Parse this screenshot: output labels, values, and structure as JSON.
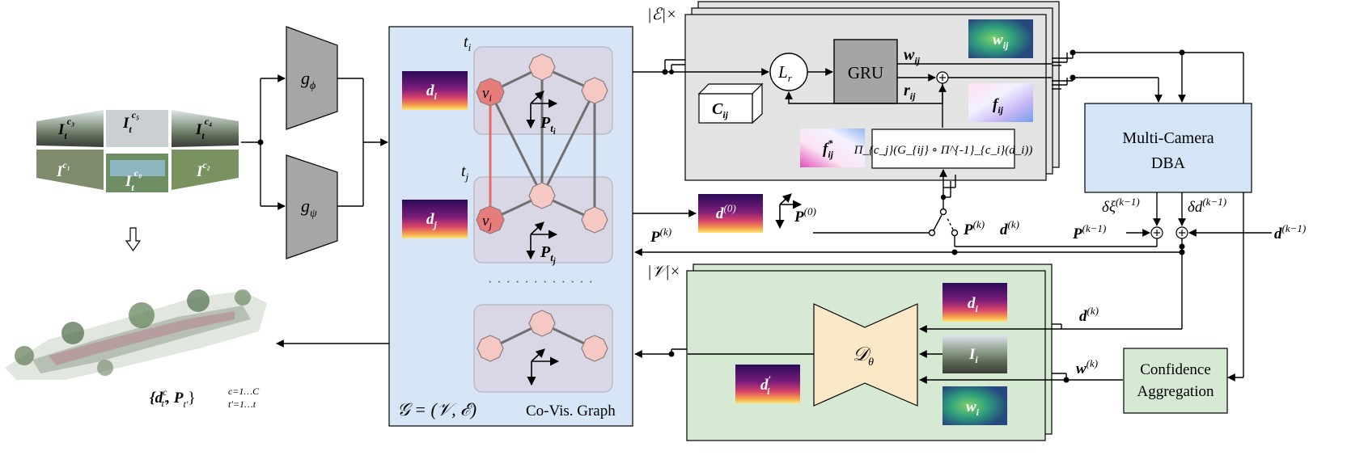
{
  "colors": {
    "graph_panel": "#d6e6f7",
    "gru_panel": "#e3e3e3",
    "decoder_panel": "#d6ead3",
    "dba_box": "#d4e5f7",
    "confidence_box": "#d6ead3",
    "gru_box": "#a5a5a5",
    "encoder": "#a6a6a6",
    "decoder": "#fbe8c6",
    "node": "#f5c8c4",
    "active_node": "#e77d7a",
    "node_group": "#d9d6e6",
    "red_edge": "#e86a68"
  },
  "input": {
    "cam_c3": "I_t^{c3}",
    "cam_c5": "I_t^{c5}",
    "cam_c4": "I_t^{c4}",
    "cam_c1": "I_t^{c1}",
    "cam_c0": "I_t^{c0}",
    "cam_c2": "I_t^{c2}"
  },
  "encoders": {
    "g_phi": "g",
    "g_phi_sub": "ϕ",
    "g_psi": "g",
    "g_psi_sub": "ψ"
  },
  "graph": {
    "t_i": "t",
    "t_i_sub": "i",
    "t_j": "t",
    "t_j_sub": "j",
    "v_i": "v",
    "v_i_sub": "i",
    "v_j": "v",
    "v_j_sub": "j",
    "P_ti": "P",
    "P_ti_sub": "t",
    "P_ti_subsub": "i",
    "P_tj": "P",
    "P_tj_sub": "t",
    "P_tj_subsub": "j",
    "d_i": "d",
    "d_i_sub": "i",
    "d_j": "d",
    "d_j_sub": "j",
    "footer_formula": "𝒢 = (𝒱, ℰ)",
    "footer_label": "Co-Vis. Graph",
    "ellipsis": "· · · · · · · · · · · ·"
  },
  "update": {
    "stack_label": "|ℰ|×",
    "L_r": "L",
    "L_r_sub": "r",
    "gru": "GRU",
    "w_ij": "w",
    "w_ij_sub": "ij",
    "r_ij": "r",
    "r_ij_sub": "ij",
    "C_ij": "C",
    "C_ij_sub": "ij",
    "f_ij": "f",
    "f_ij_sub": "ij",
    "f_star": "f",
    "f_star_sup": "*",
    "f_star_sub": "ij",
    "projection": "Π_{c_j}(G_{ij} ∘ Π^{-1}_{c_i}(d_i))",
    "plus": "+"
  },
  "init": {
    "d0": "d",
    "d0_sup": "(0)",
    "P0": "P",
    "P0_sup": "(0)",
    "Pk": "P",
    "Pk_sup": "(k)",
    "switch_Pk": "P",
    "switch_Pk_sup": "(k)",
    "switch_dk": "d",
    "switch_dk_sup": "(k)"
  },
  "dba": {
    "line1": "Multi-Camera",
    "line2": "DBA",
    "dxi": "δξ",
    "dxi_sup": "(k−1)",
    "dd": "δd",
    "dd_sup": "(k−1)",
    "Pk1": "P",
    "Pk1_sup": "(k−1)",
    "dk1": "d",
    "dk1_sup": "(k−1)"
  },
  "refine": {
    "stack_label": "|𝒱|×",
    "decoder": "𝒟",
    "decoder_sub": "θ",
    "d_i": "d",
    "d_i_sub": "i",
    "I_i": "I",
    "I_i_sub": "i",
    "w_i": "w",
    "w_i_sub": "i",
    "d_prime": "d",
    "d_prime_sup": "′",
    "d_prime_sub": "i",
    "dk": "d",
    "dk_sup": "(k)",
    "wk": "w",
    "wk_sup": "(k)"
  },
  "confidence": {
    "line1": "Confidence",
    "line2": "Aggregation"
  },
  "output": {
    "formula": "{d",
    "formula_sup": "c",
    "formula_sub": "t′",
    "formula_mid": ", P",
    "formula_sub2": "t′",
    "formula_end": "}",
    "range_top": "c=1…C",
    "range_bottom": "t′=1…t"
  }
}
